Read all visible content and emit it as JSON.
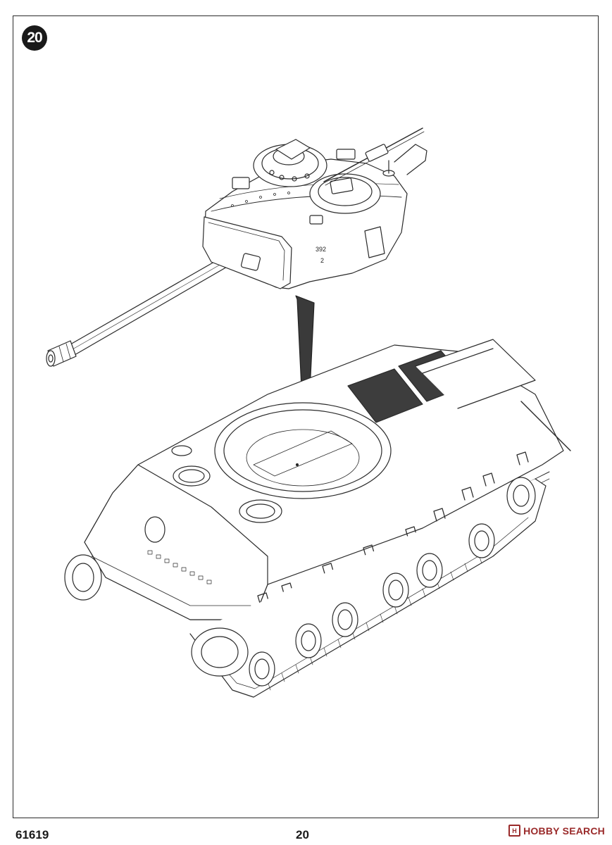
{
  "page": {
    "step_number": "20",
    "kit_number": "61619",
    "page_number": "20"
  },
  "turret_markings": {
    "line1": "392",
    "line2": "2"
  },
  "watermark": {
    "logo_icon": "hobbysearch-logo-icon",
    "text_a": "HOBBY",
    "text_b": "SEARCH",
    "color": "#9a2a2a"
  }
}
